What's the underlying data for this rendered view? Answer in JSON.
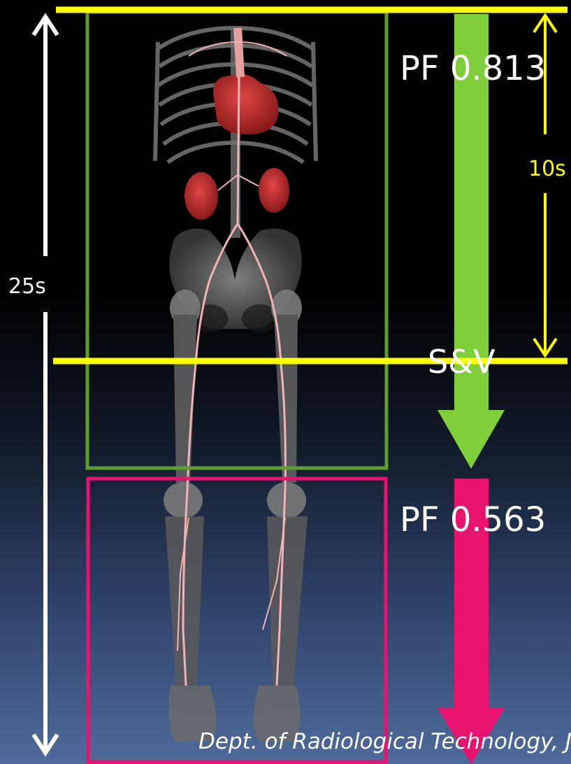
{
  "labels": {
    "pf_top": "PF 0.813",
    "pf_bottom": "PF 0.563",
    "time_short": "10s",
    "time_total": "25s",
    "sv": "S&V"
  },
  "credit": "Dept. of Radiological Technology, JA",
  "colors": {
    "yellow": "#ffff00",
    "green": "#7fcf3a",
    "green_box": "#5e9e30",
    "pink": "#e8136f",
    "white": "#ffffff"
  },
  "icons": [
    "double-arrow-icon",
    "down-arrow-icon"
  ]
}
